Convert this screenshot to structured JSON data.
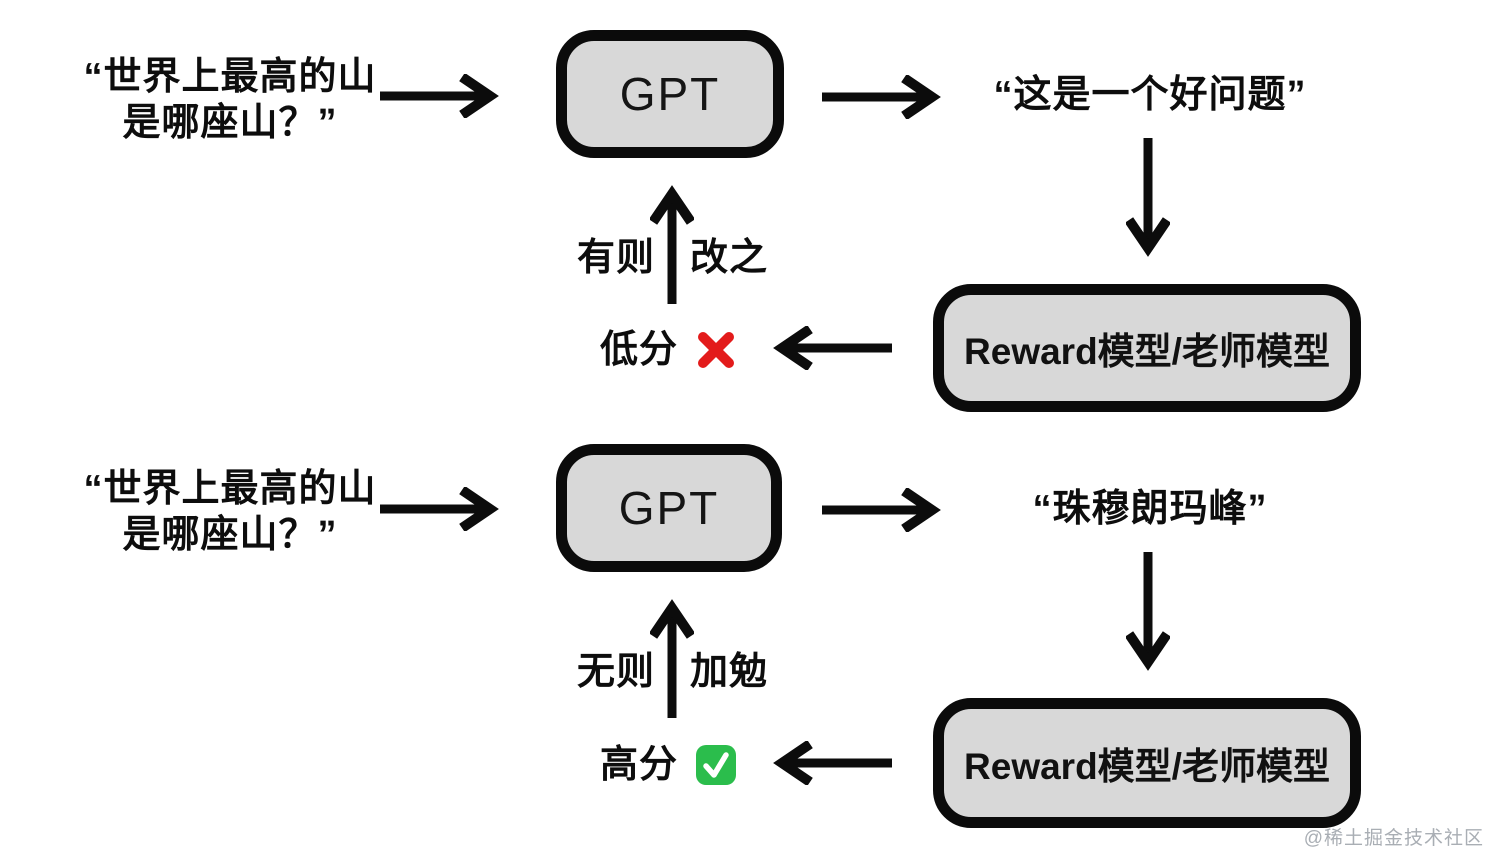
{
  "flows": {
    "top": {
      "prompt_line1": "“世界上最高的山",
      "prompt_line2": "是哪座山？”",
      "gpt_label": "GPT",
      "response": "“这是一个好问题”",
      "reward_label": "Reward模型/老师模型",
      "score_label": "低分",
      "score_icon": "cross-red",
      "feedback_left": "有则",
      "feedback_right": "改之"
    },
    "bottom": {
      "prompt_line1": "“世界上最高的山",
      "prompt_line2": "是哪座山？”",
      "gpt_label": "GPT",
      "response": "“珠穆朗玛峰”",
      "reward_label": "Reward模型/老师模型",
      "score_label": "高分",
      "score_icon": "check-green",
      "feedback_left": "无则",
      "feedback_right": "加勉"
    }
  },
  "watermark": "@稀土掘金技术社区",
  "colors": {
    "background": "#ffffff",
    "box_fill": "#d8d8d8",
    "box_border": "#0b0b0b",
    "arrow": "#0c0c0c",
    "text": "#0d0d0d",
    "cross_red": "#e31b1b",
    "check_green": "#2bbd4c",
    "watermark_gray": "#a9aeb4"
  }
}
